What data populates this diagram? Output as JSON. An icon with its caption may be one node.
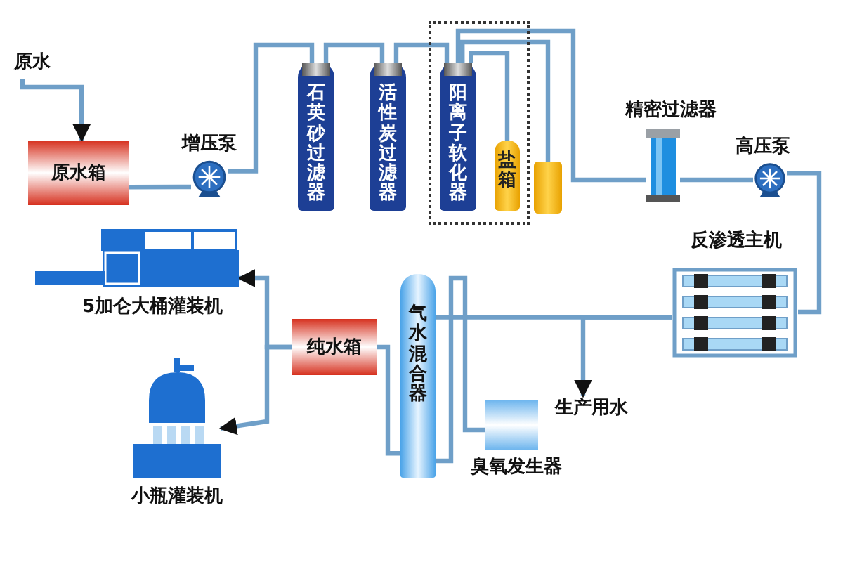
{
  "diagram": {
    "nodes": [
      {
        "text": [
          "原水"
        ]
      },
      {
        "text": [
          "原水箱"
        ]
      },
      {
        "text": [
          "增压泵"
        ]
      },
      {
        "text": [
          "石英砂过滤器"
        ]
      },
      {
        "text": [
          "活性炭过滤器"
        ]
      },
      {
        "text": [],
        "shape": "box"
      },
      {
        "text": [
          "阳离子软化器"
        ],
        "in": 5
      },
      {
        "text": [
          "盐箱"
        ],
        "in": 5
      },
      {
        "text": [],
        "shape": "box"
      },
      {
        "text": [
          "精密过滤器"
        ]
      },
      {
        "text": [
          "高压泵"
        ]
      },
      {
        "text": [
          "反渗透主机"
        ]
      },
      {
        "text": [
          "生产用水"
        ]
      },
      {
        "text": [
          "气水混合器"
        ]
      },
      {
        "text": [
          "臭氧发生器"
        ]
      },
      {
        "text": [
          "纯水箱"
        ]
      },
      {
        "text": [
          "5加仑大桶灌装机"
        ]
      },
      {
        "text": [
          "小瓶灌装机"
        ]
      }
    ],
    "edges": [
      {
        "from": 0,
        "to": 1,
        "arrow": "to"
      },
      {
        "from": 1,
        "to": 2,
        "arrow": "none"
      },
      {
        "from": 2,
        "to": 3,
        "arrow": "none"
      },
      {
        "from": 3,
        "to": 4,
        "arrow": "none"
      },
      {
        "from": 4,
        "to": 6,
        "arrow": "none"
      },
      {
        "from": 6,
        "to": 7,
        "arrow": "none"
      },
      {
        "from": 6,
        "to": 8,
        "arrow": "none"
      },
      {
        "from": 6,
        "to": 9,
        "arrow": "none"
      },
      {
        "from": 9,
        "to": 10,
        "arrow": "none"
      },
      {
        "from": 10,
        "to": 11,
        "arrow": "none"
      },
      {
        "from": 11,
        "to": 13,
        "arrow": "none"
      },
      {
        "from": 11,
        "to": 12,
        "arrow": "to"
      },
      {
        "from": 14,
        "to": 13,
        "arrow": "none"
      },
      {
        "from": 13,
        "to": 15,
        "arrow": "none"
      },
      {
        "from": 15,
        "to": 16,
        "arrow": "to"
      },
      {
        "from": 15,
        "to": 17,
        "arrow": "to"
      }
    ]
  }
}
